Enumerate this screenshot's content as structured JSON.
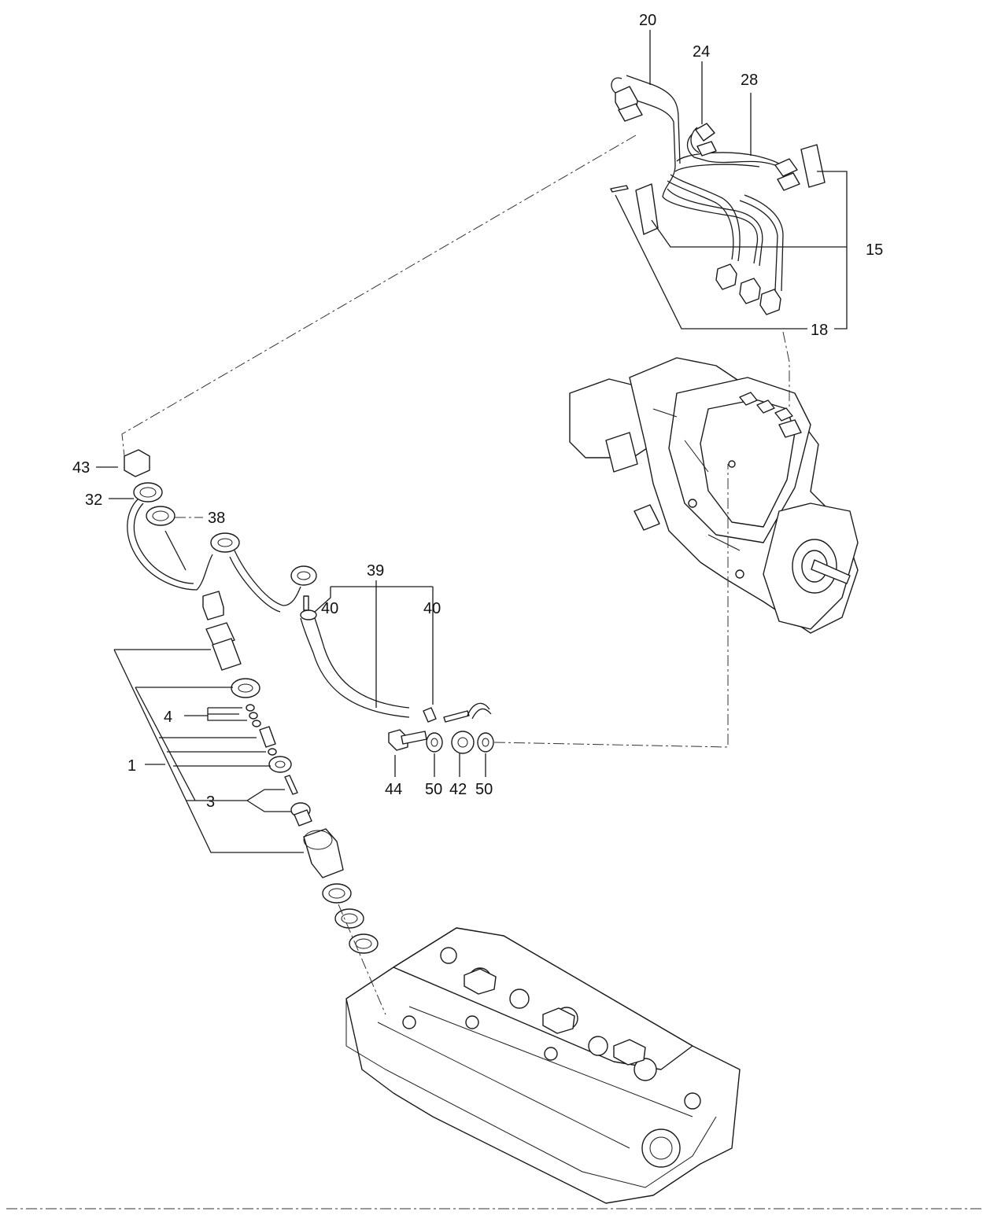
{
  "diagram": {
    "callouts": {
      "c1": "1",
      "c3": "3",
      "c4": "4",
      "c15": "15",
      "c18": "18",
      "c20": "20",
      "c24": "24",
      "c28": "28",
      "c32": "32",
      "c38": "38",
      "c39": "39",
      "c40a": "40",
      "c40b": "40",
      "c42": "42",
      "c43": "43",
      "c44": "44",
      "c50a": "50",
      "c50b": "50"
    }
  }
}
